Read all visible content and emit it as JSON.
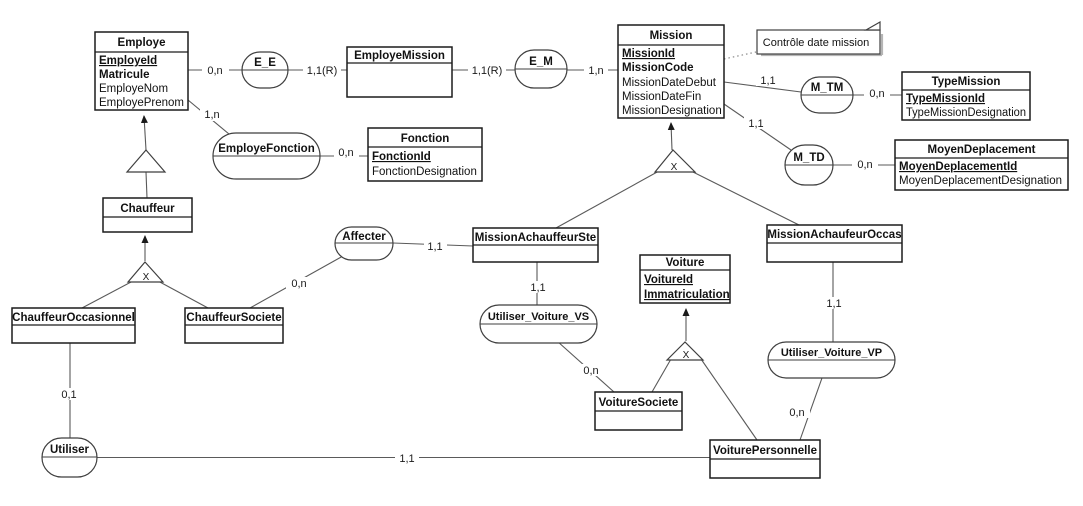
{
  "diagram_type": "merise-entity-relationship-model",
  "note": {
    "text": "Contrôle date mission"
  },
  "constraints": {
    "exclusion_label": "X"
  },
  "entities": {
    "employe": {
      "name": "Employe",
      "attributes": [
        "EmployeId",
        "Matricule",
        "EmployeNom",
        "EmployePrenom"
      ]
    },
    "employe_mission": {
      "name": "EmployeMission",
      "attributes": []
    },
    "mission": {
      "name": "Mission",
      "attributes": [
        "MissionId",
        "MissionCode",
        "MissionDateDebut",
        "MissionDateFin",
        "MissionDesignation"
      ]
    },
    "type_mission": {
      "name": "TypeMission",
      "attributes": [
        "TypeMissionId",
        "TypeMissionDesignation"
      ]
    },
    "moyen_deplacement": {
      "name": "MoyenDeplacement",
      "attributes": [
        "MoyenDeplacementId",
        "MoyenDeplacementDesignation"
      ]
    },
    "fonction": {
      "name": "Fonction",
      "attributes": [
        "FonctionId",
        "FonctionDesignation"
      ]
    },
    "chauffeur": {
      "name": "Chauffeur",
      "attributes": []
    },
    "chauffeur_occasionnel": {
      "name": "ChauffeurOccasionnel",
      "attributes": []
    },
    "chauffeur_societe": {
      "name": "ChauffeurSociete",
      "attributes": []
    },
    "mission_a_chauffeur_ste": {
      "name": "MissionAchauffeurSte",
      "attributes": []
    },
    "mission_a_chaufeur_occas": {
      "name": "MissionAchaufeurOccas",
      "attributes": []
    },
    "voiture": {
      "name": "Voiture",
      "attributes": [
        "VoitureId",
        "Immatriculation"
      ]
    },
    "voiture_societe": {
      "name": "VoitureSociete",
      "attributes": []
    },
    "voiture_personnelle": {
      "name": "VoiturePersonnelle",
      "attributes": []
    }
  },
  "relationships": {
    "e_e": "E_E",
    "e_m": "E_M",
    "employe_fonction": "EmployeFonction",
    "m_tm": "M_TM",
    "m_td": "M_TD",
    "affecter": "Affecter",
    "utiliser_voiture_vs": "Utiliser_Voiture_VS",
    "utiliser_voiture_vp": "Utiliser_Voiture_VP",
    "utiliser": "Utiliser"
  },
  "cardinalities": {
    "employe_ee": "0,n",
    "ee_employemission": "1,1(R)",
    "employemission_em": "1,1(R)",
    "em_mission": "1,n",
    "employe_employefonction": "1,n",
    "employefonction_fonction": "0,n",
    "mission_mtm": "1,1",
    "mtm_typemission": "0,n",
    "mission_mtd": "1,1",
    "mtd_moyendeplacement": "0,n",
    "chauffeursociete_affecter": "0,n",
    "affecter_missionachauffeurste": "1,1",
    "missionachauffeurste_uvvs": "1,1",
    "uvvs_voituresociete": "0,n",
    "missionachaufeuroccas_uvvp": "1,1",
    "uvvp_voiturepersonnelle": "0,n",
    "chauffeuroccasionnel_utiliser": "0,1",
    "utiliser_voiturepersonnelle": "1,1"
  },
  "colors": {
    "background": "#ffffff",
    "border": "#1c1c1c",
    "connector": "#5a5a5a",
    "text": "#111111"
  }
}
